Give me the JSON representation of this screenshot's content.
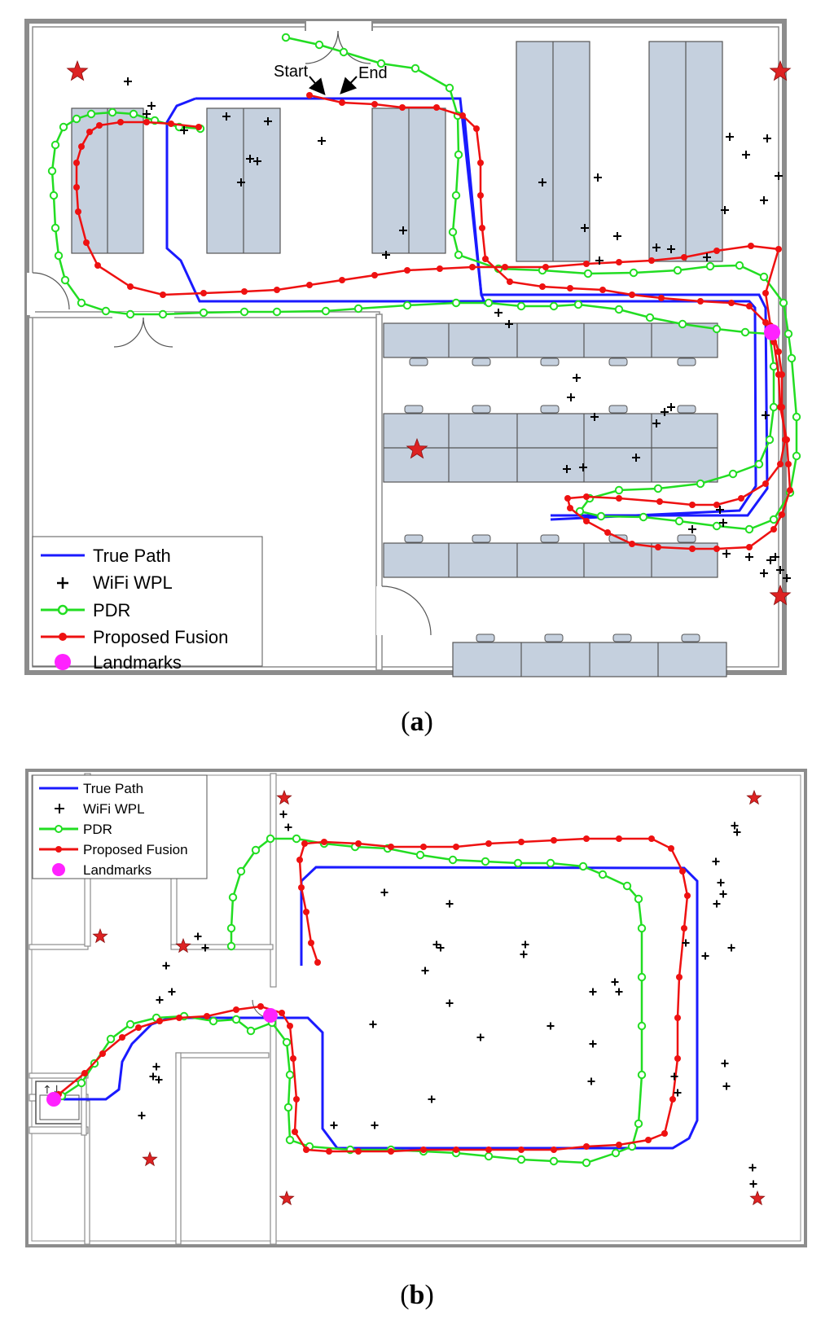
{
  "panels": [
    {
      "id": "a",
      "caption_letter": "a",
      "annotations": {
        "start": "Start",
        "end": "End"
      },
      "legend": [
        {
          "key": "true_path",
          "label": "True Path"
        },
        {
          "key": "wifi",
          "label": "WiFi WPL"
        },
        {
          "key": "pdr",
          "label": "PDR"
        },
        {
          "key": "fusion",
          "label": "Proposed Fusion"
        },
        {
          "key": "landmarks",
          "label": "Landmarks"
        }
      ]
    },
    {
      "id": "b",
      "caption_letter": "b",
      "legend": [
        {
          "key": "true_path",
          "label": "True Path"
        },
        {
          "key": "wifi",
          "label": "WiFi WPL"
        },
        {
          "key": "pdr",
          "label": "PDR"
        },
        {
          "key": "fusion",
          "label": "Proposed Fusion"
        },
        {
          "key": "landmarks",
          "label": "Landmarks"
        }
      ]
    }
  ],
  "colors": {
    "true_path": "#1a1aff",
    "wifi": "#000000",
    "pdr": "#22dd22",
    "fusion": "#ee1111",
    "landmarks": "#ff22ff",
    "star": "#dd2222",
    "desk": "#c5d0de",
    "wall": "#8c8c8c"
  }
}
